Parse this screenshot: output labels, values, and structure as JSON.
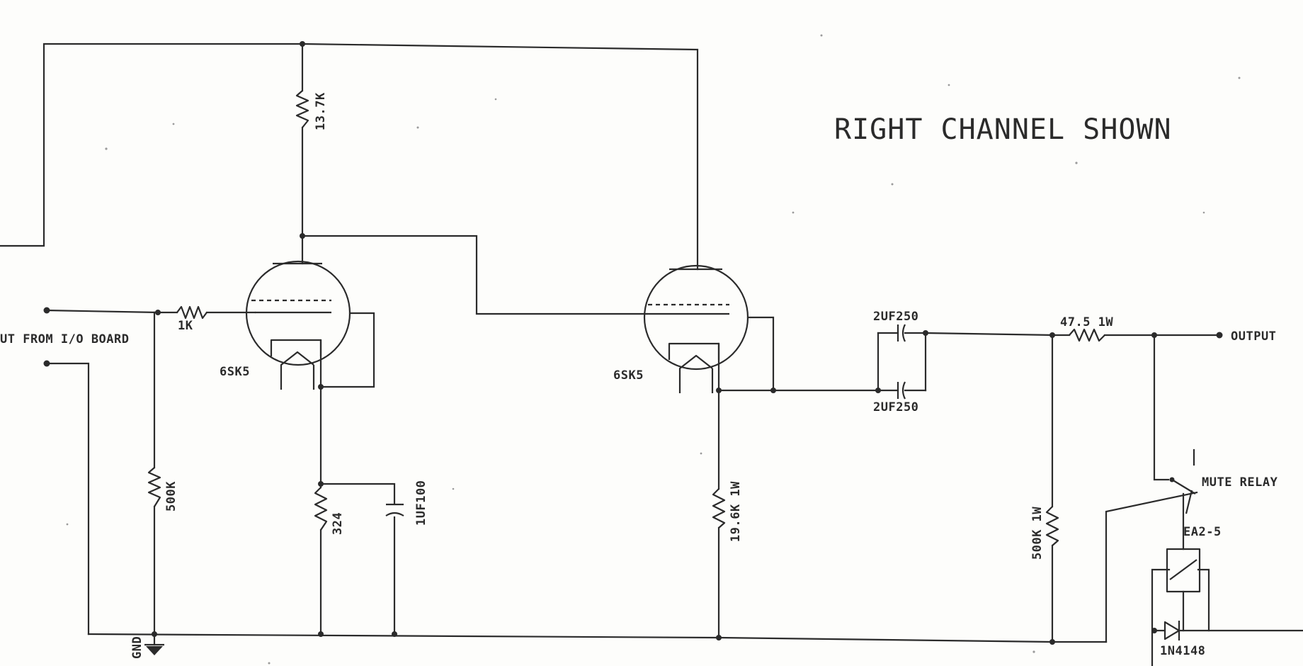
{
  "title": "RIGHT CHANNEL SHOWN",
  "labels": {
    "input": "UT FROM I/O BOARD",
    "output": "OUTPUT",
    "r_plate1": "13.7K",
    "r_grid": "1K",
    "r_grid_leak": "500K",
    "r_cathode1": "324",
    "c_bypass": "1UF100",
    "r_cathode2": "19.6K 1W",
    "c_coupling_top": "2UF250",
    "c_coupling_bottom": "2UF250",
    "r_series": "47.5 1W",
    "r_output": "500K 1W",
    "relay_name": "MUTE RELAY",
    "relay_part": "EA2-5",
    "diode": "1N4148",
    "gnd": "GND",
    "tube1": "6SK5",
    "tube2": "6SK5"
  }
}
